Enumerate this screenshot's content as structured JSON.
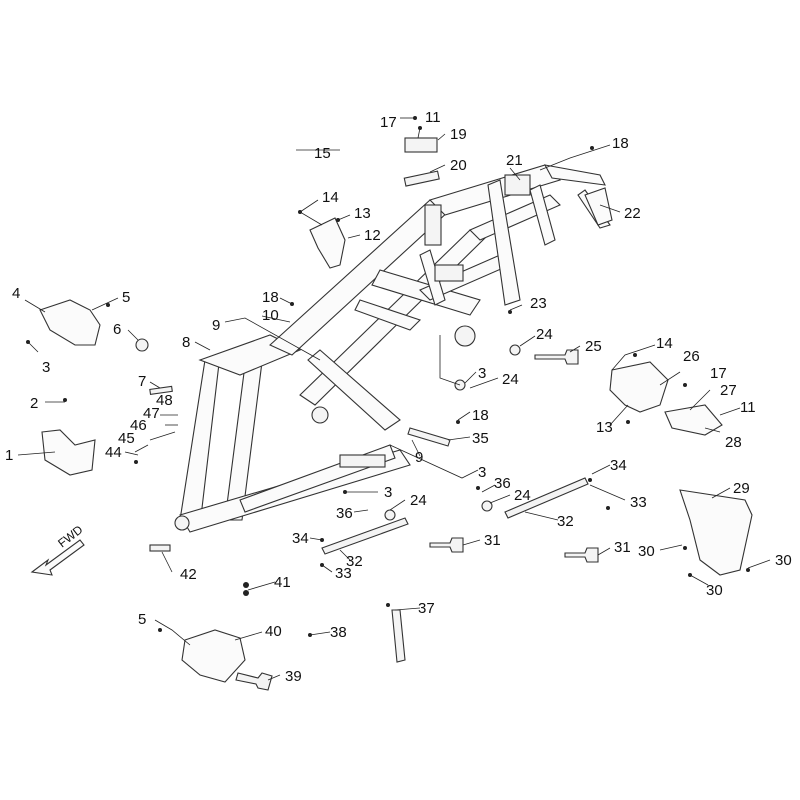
{
  "diagram": {
    "fwd_label": "FWD",
    "part_numbers": [
      "1",
      "2",
      "3",
      "4",
      "5",
      "6",
      "7",
      "8",
      "9",
      "10",
      "11",
      "12",
      "13",
      "14",
      "15",
      "17",
      "18",
      "19",
      "20",
      "21",
      "22",
      "23",
      "24",
      "25",
      "26",
      "27",
      "28",
      "29",
      "30",
      "31",
      "32",
      "33",
      "34",
      "35",
      "36",
      "37",
      "38",
      "39",
      "40",
      "41",
      "42",
      "44",
      "45",
      "46",
      "47",
      "48"
    ]
  }
}
